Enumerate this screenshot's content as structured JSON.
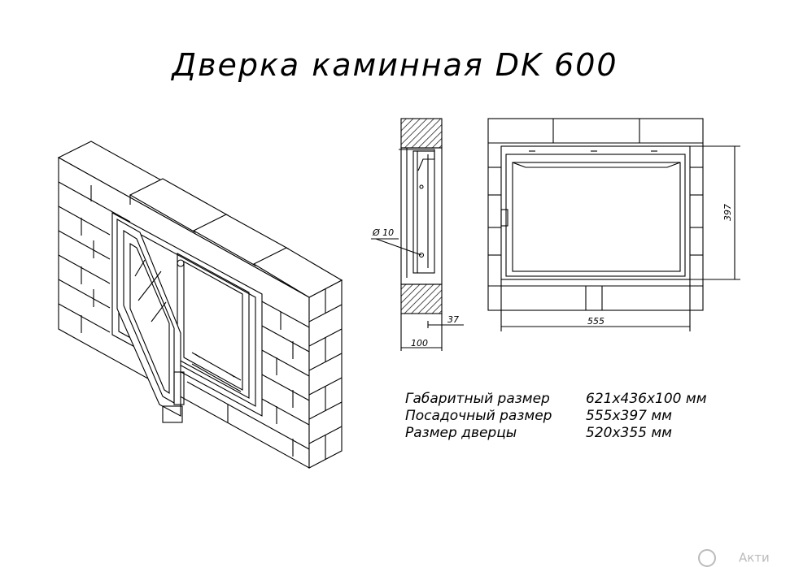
{
  "title": "Дверка каминная DK 600",
  "dimensions": {
    "diameter": "Ø 10",
    "depth_small": "37",
    "depth_total": "100",
    "width": "555",
    "height": "397"
  },
  "specs": [
    {
      "label": "Габаритный размер",
      "value": "621x436x100 мм"
    },
    {
      "label": "Посадочный размер",
      "value": "555x397 мм"
    },
    {
      "label": "Размер дверцы",
      "value": "520x355 мм"
    }
  ],
  "watermark": "Акти"
}
